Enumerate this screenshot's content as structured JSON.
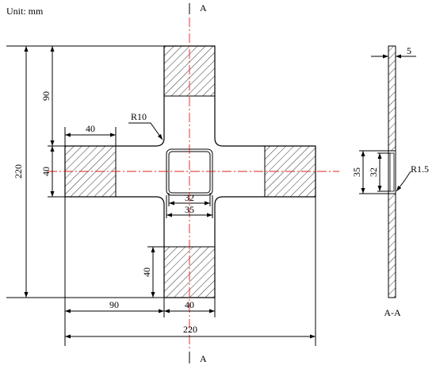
{
  "unit_label": "Unit: mm",
  "section_marker": "A",
  "section_view_label": "A-A",
  "dimensions": {
    "overall_height": "220",
    "overall_width": "220",
    "top_arm_length": "90",
    "left_arm_length": "90",
    "tab_width_left": "40",
    "tab_height_left": "40",
    "tab_height_bottom": "40",
    "tab_width_bottom": "40",
    "fillet_radius": "R10",
    "inner_square": "32",
    "outer_square": "35",
    "thickness": "5",
    "section_outer": "35",
    "section_inner": "32",
    "section_radius": "R1.5"
  },
  "colors": {
    "centerline": "#e02020",
    "ink": "#000000"
  }
}
